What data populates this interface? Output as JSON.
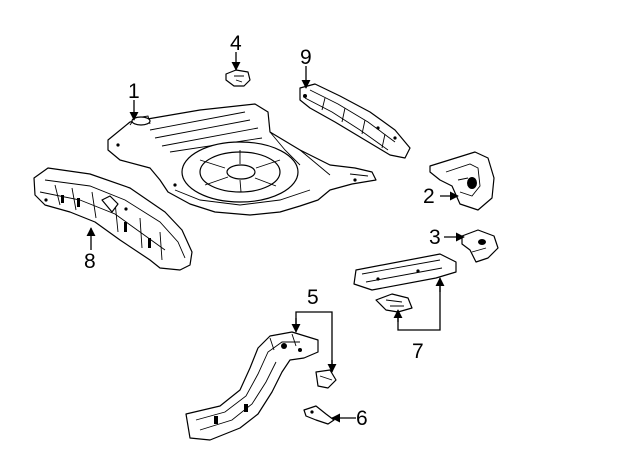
{
  "diagram": {
    "callouts": [
      "1",
      "2",
      "3",
      "4",
      "5",
      "6",
      "7",
      "8",
      "9"
    ],
    "parts": [
      {
        "callout": "1",
        "name": "floor-pan"
      },
      {
        "callout": "2",
        "name": "bracket"
      },
      {
        "callout": "3",
        "name": "small-bracket"
      },
      {
        "callout": "4",
        "name": "clip"
      },
      {
        "callout": "5",
        "name": "rear-rail-assembly"
      },
      {
        "callout": "6",
        "name": "small-reinforcement"
      },
      {
        "callout": "7",
        "name": "crossmember-and-gusset"
      },
      {
        "callout": "8",
        "name": "left-side-rail"
      },
      {
        "callout": "9",
        "name": "right-side-rail"
      }
    ]
  }
}
